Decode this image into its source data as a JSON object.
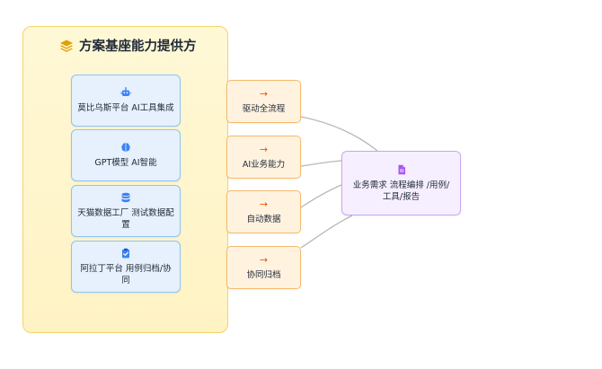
{
  "panel": {
    "title": "方案基座能力提供方"
  },
  "sources": [
    {
      "label": "莫比乌斯平台 AI工具集成",
      "icon": "robot-icon"
    },
    {
      "label": "GPT模型 AI智能",
      "icon": "brain-icon"
    },
    {
      "label": "天猫数据工厂 测试数据配置",
      "icon": "database-icon"
    },
    {
      "label": "阿拉丁平台 用例归档/协同",
      "icon": "clipboard-check-icon"
    }
  ],
  "capabilities": [
    {
      "label": "驱动全流程",
      "arrow": "→"
    },
    {
      "label": "AI业务能力",
      "arrow": "→"
    },
    {
      "label": "自动数据",
      "arrow": "→"
    },
    {
      "label": "协同归档",
      "arrow": "→"
    }
  ],
  "target": {
    "label": "业务需求 流程编排 /用例/工具/报告",
    "icon": "document-icon"
  },
  "colors": {
    "panel_border": "#f3d36a",
    "source_border": "#8fc3f4",
    "capability_border": "#f6b96b",
    "target_border": "#c9a6f2",
    "edge": "#b8b8b8",
    "source_icon": "#3b82f6",
    "capability_arrow": "#ea580c",
    "target_icon": "#a855f7"
  }
}
